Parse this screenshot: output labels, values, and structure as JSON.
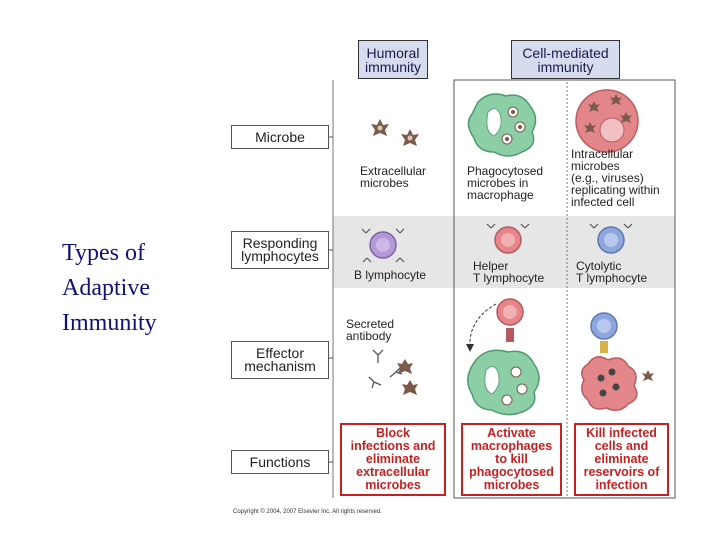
{
  "slide": {
    "title": "Types of\nAdaptive\nImmunity"
  },
  "figure": {
    "columns": {
      "humoral": "Humoral\nimmunity",
      "cell_mediated": "Cell-mediated\nimmunity"
    },
    "rows": {
      "microbe": "Microbe",
      "responding": "Responding\nlymphocytes",
      "effector": "Effector\nmechanism",
      "functions": "Functions"
    },
    "microbe_captions": {
      "extracellular": "Extracellular\nmicrobes",
      "phagocytosed": "Phagocytosed\nmicrobes in\nmacrophage",
      "intracellular": "Intracellular\nmicrobes\n(e.g., viruses)\nreplicating within\ninfected cell"
    },
    "lymphocytes": {
      "b": "B lymphocyte",
      "helper": "Helper\nT lymphocyte",
      "cytolytic": "Cytolytic\nT lymphocyte"
    },
    "effector": {
      "secreted": "Secreted\nantibody"
    },
    "functions": {
      "humoral": "Block\ninfections and\neliminate\nextracellular\nmicrobes",
      "helper": "Activate\nmacrophages\nto kill\nphagocytosed\nmicrobes",
      "cytolytic": "Kill infected\ncells and\neliminate\nreservoirs of\ninfection"
    },
    "copyright": "Copyright © 2004, 2007 Elsevier Inc. All rights reserved.",
    "colors": {
      "title": "#10107a",
      "header_fill": "#d6dcee",
      "function_red": "#c62020",
      "band_gray": "#e6e6e6",
      "b_cell": "#b39ad6",
      "t_helper": "#e6868a",
      "ctl": "#8ea6de",
      "macrophage": "#8ccfa6",
      "infected_cell": "#e3868a",
      "microbe": "#7a5a4a"
    }
  }
}
